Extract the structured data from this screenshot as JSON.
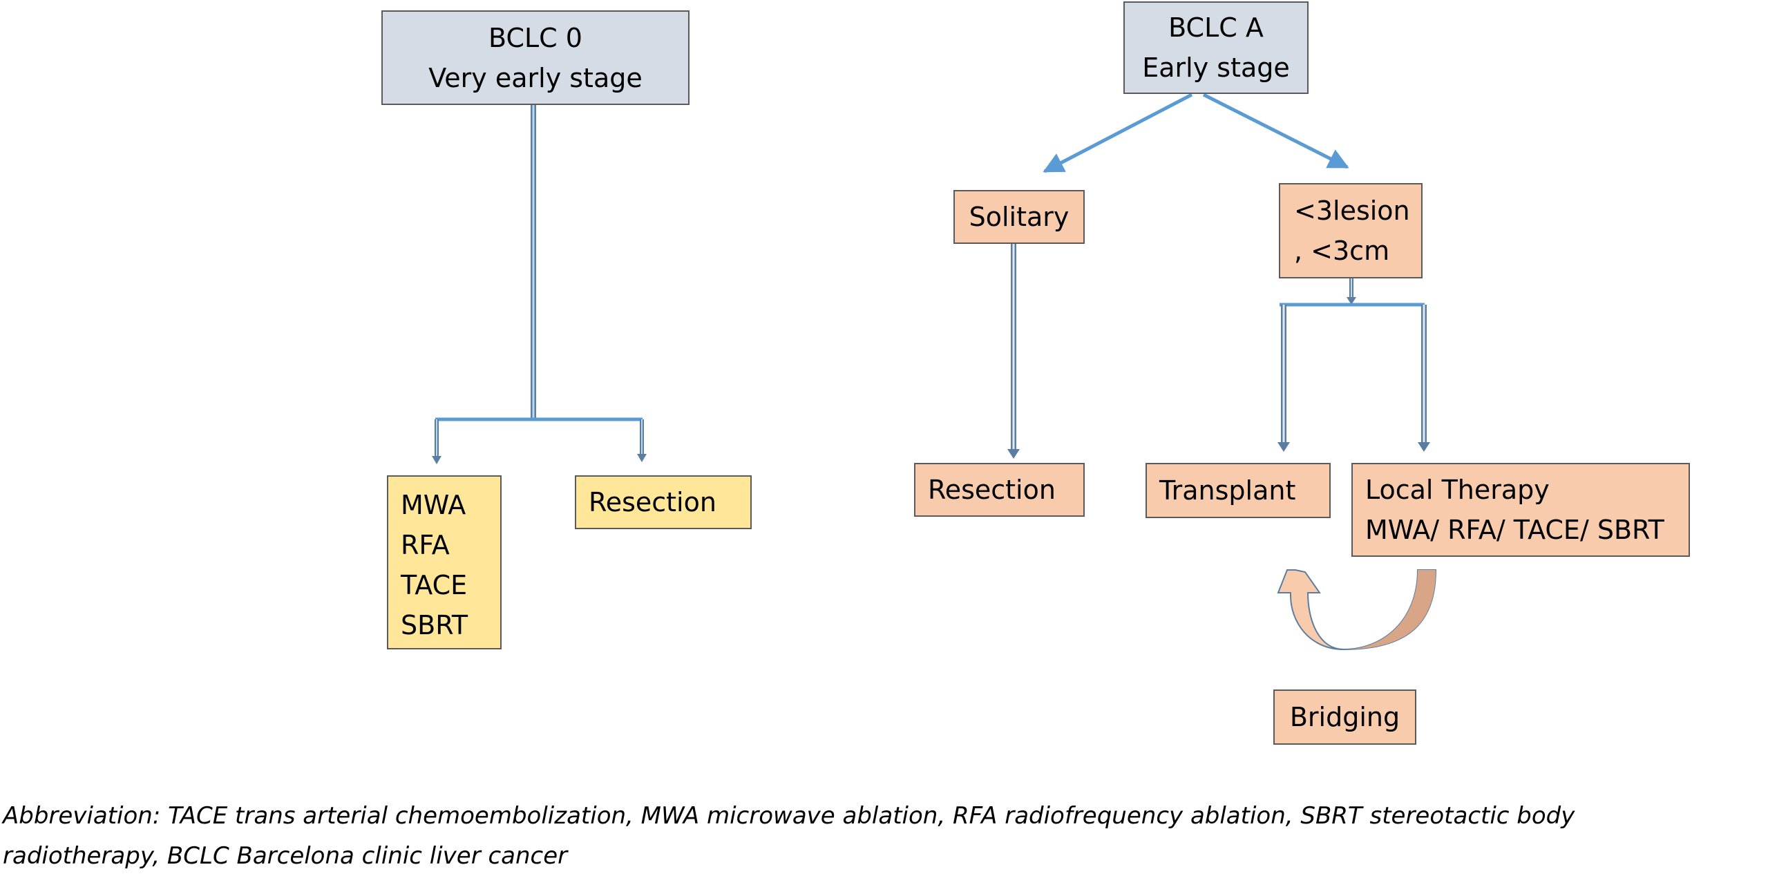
{
  "boxes": {
    "bclc0": {
      "line1": "BCLC 0",
      "line2": "Very early stage"
    },
    "bclca": {
      "line1": "BCLC A",
      "line2": "Early stage"
    },
    "solitary": "Solitary",
    "lesion": {
      "line1": "<3lesion",
      "line2": ", <3cm"
    },
    "mwa_list": [
      "MWA",
      "RFA",
      "TACE",
      "SBRT"
    ],
    "resection_left": "Resection",
    "resection_right": "Resection",
    "transplant": "Transplant",
    "local_therapy": {
      "line1": "Local Therapy",
      "line2": "MWA/ RFA/ TACE/ SBRT"
    },
    "bridging": "Bridging"
  },
  "caption": {
    "line1": "Abbreviation: TACE trans arterial chemoembolization, MWA microwave ablation, RFA radiofrequency ablation, SBRT stereotactic body",
    "line2": "radiotherapy,  BCLC Barcelona clinic liver cancer"
  },
  "colors": {
    "gray_box": "#d6dce5",
    "yellow_box": "#ffe699",
    "salmon_box": "#f8cbad",
    "connector_blue": "#5b9bd5",
    "hollow_arrow_outline": "#5a7da0",
    "bridging_arrow_fill": "#f8cbad"
  }
}
